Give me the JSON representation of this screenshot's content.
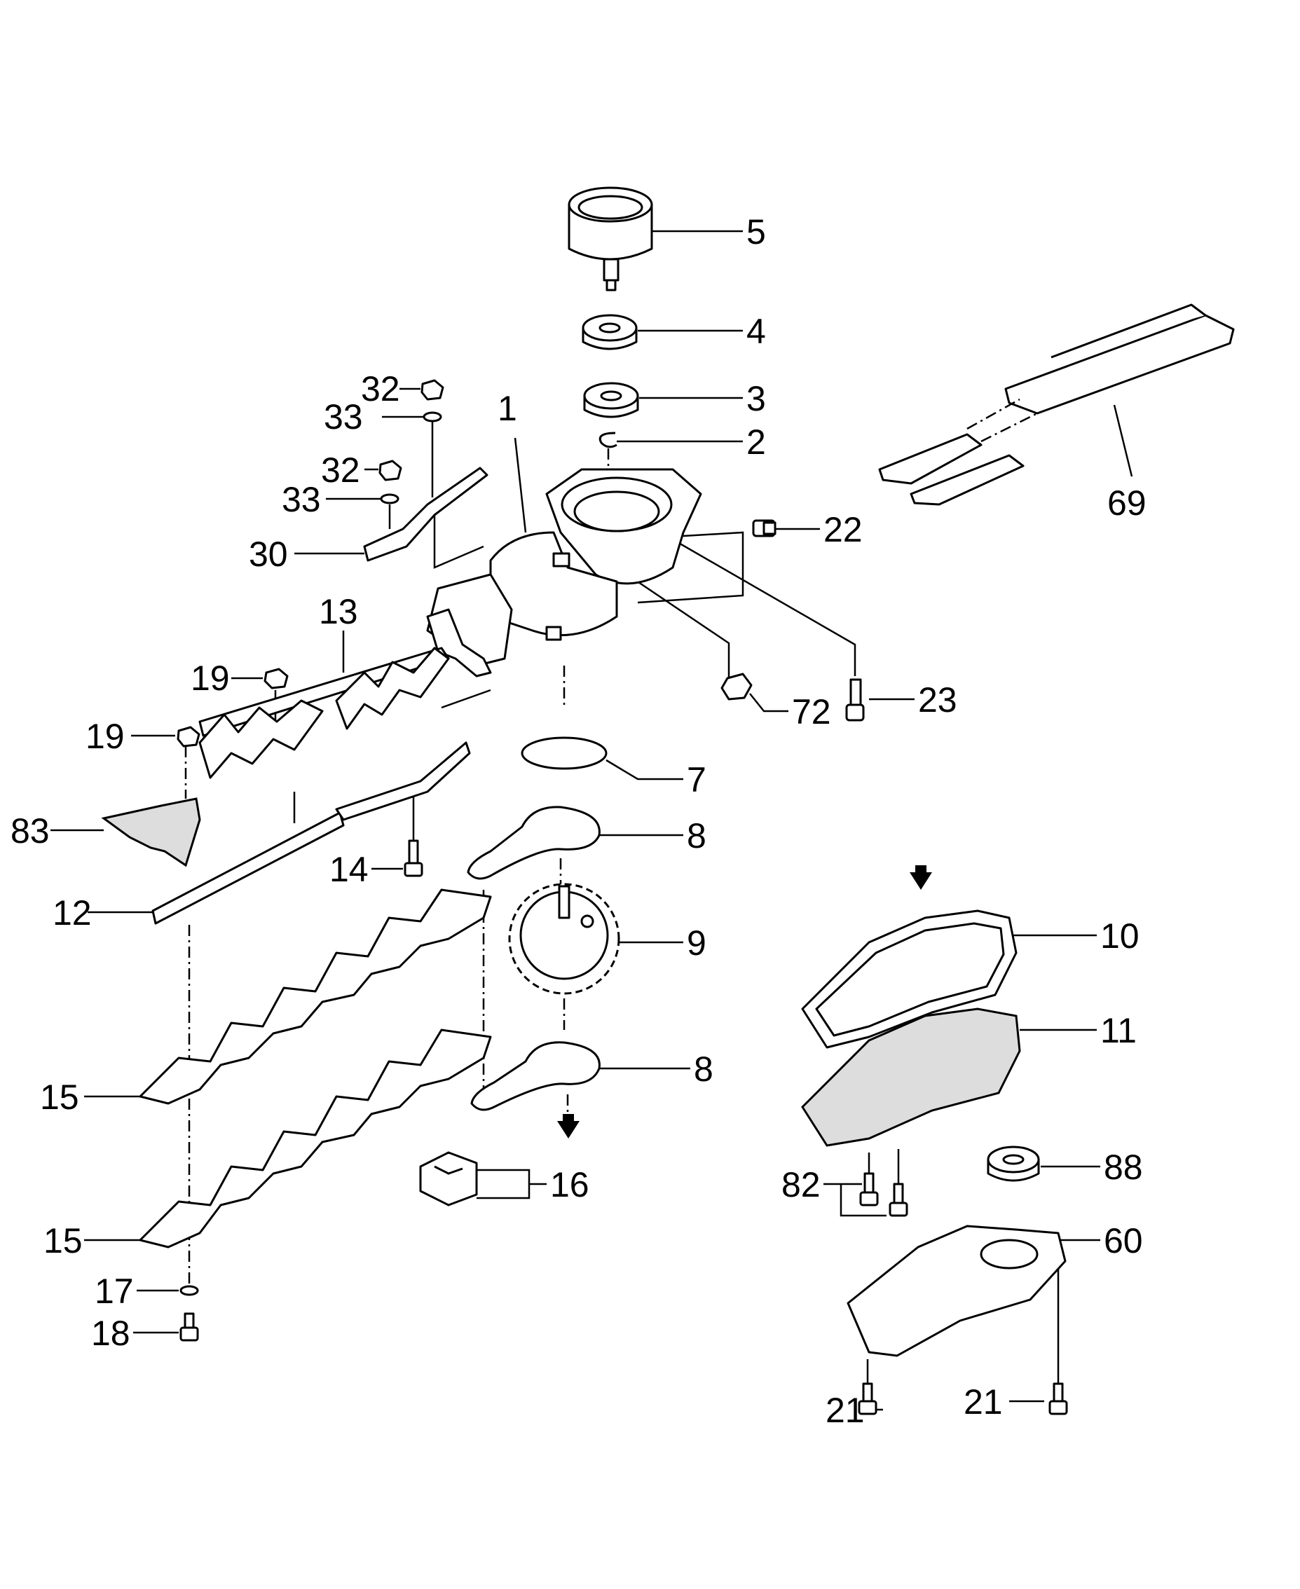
{
  "callouts": {
    "p1": "1",
    "p2": "2",
    "p3": "3",
    "p4": "4",
    "p5": "5",
    "p7": "7",
    "p8a": "8",
    "p8b": "8",
    "p9": "9",
    "p10": "10",
    "p11": "11",
    "p12": "12",
    "p13": "13",
    "p14": "14",
    "p15a": "15",
    "p15b": "15",
    "p16": "16",
    "p17": "17",
    "p18": "18",
    "p19a": "19",
    "p19b": "19",
    "p21a": "21",
    "p21b": "21",
    "p22": "22",
    "p23": "23",
    "p30": "30",
    "p32a": "32",
    "p32b": "32",
    "p33a": "33",
    "p33b": "33",
    "p60": "60",
    "p69": "69",
    "p72": "72",
    "p82": "82",
    "p83": "83",
    "p88": "88"
  }
}
